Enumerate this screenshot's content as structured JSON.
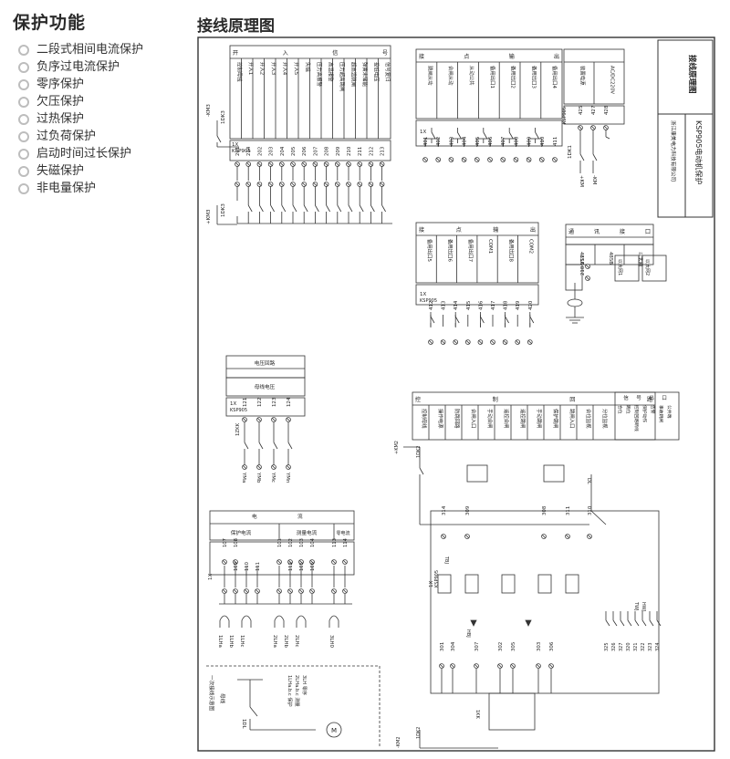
{
  "sidebar": {
    "title": "保护功能",
    "items": [
      "二段式相间电流保护",
      "负序过电流保护",
      "零序保护",
      "欠压保护",
      "过热保护",
      "过负荷保护",
      "启动时间过长保护",
      "失磁保护",
      "非电量保护"
    ]
  },
  "diagram": {
    "title": "接线原理图",
    "title_block": {
      "drawing_name": "接线原理图",
      "company": "浙江康美电力科技有限公司",
      "product": "KSP905电动机保护"
    },
    "input_table": {
      "header": [
        "开",
        "入",
        "信",
        "号"
      ],
      "rows": [
        "控制母线",
        "开入1",
        "开入2",
        "开入3",
        "开入4",
        "开入5",
        "失磁",
        "压力高报警",
        "高温报警",
        "压力超高跳闸",
        "超高温跳闸",
        "弹簧未储能",
        "投低电压",
        "信号复归"
      ]
    },
    "input_terminals": [
      "201",
      "214",
      "202",
      "203",
      "204",
      "205",
      "206",
      "207",
      "208",
      "209",
      "210",
      "211",
      "212",
      "213"
    ],
    "input_labels": {
      "ksp": "KSP905",
      "x": "1X",
      "dk3": "1DK3",
      "km3a": "-KM3",
      "km3b": "+KM3"
    },
    "relay_out_table": {
      "header": [
        "接",
        "点",
        "输",
        "出"
      ],
      "rows": [
        "跳闸从动",
        "合闸从动",
        "从动公共",
        "备用出口1",
        "备用出口2",
        "备用出口3",
        "备用出口4"
      ]
    },
    "relay_out_terminals": [
      "401",
      "402",
      "403",
      "404",
      "405",
      "406",
      "407",
      "408",
      "409",
      "410",
      "411"
    ],
    "power_table": {
      "rows": [
        "装置电源",
        "AC/DC220V"
      ]
    },
    "power_terminals": [
      "425",
      "427",
      "428"
    ],
    "power_labels": {
      "dk1": "1DK1",
      "plus": "+KM",
      "minus": "-KM"
    },
    "relay_out2_table": {
      "header": [
        "接",
        "点",
        "输",
        "出"
      ],
      "rows": [
        "备用出口5",
        "备用出口6",
        "备用出口7",
        "COM1",
        "备用出口8",
        "COM2"
      ]
    },
    "relay_out2_terminals": [
      "412",
      "413",
      "414",
      "415",
      "416",
      "417",
      "418",
      "419",
      "420"
    ],
    "comm_table": {
      "header": [
        "通",
        "讯",
        "接",
        "口"
      ],
      "rows": [
        "485A",
        "485B",
        "以太网"
      ]
    },
    "comm_terminals": [
      "217",
      "218"
    ],
    "comm_labels": {
      "eth1": "以太网1",
      "eth2": "以太网2"
    },
    "voltage_table": {
      "rows": [
        "电压回路",
        "母线电压"
      ]
    },
    "voltage_terminals": [
      "121",
      "122",
      "123",
      "124"
    ],
    "voltage_labels": {
      "zkk": "1ZKK",
      "yma": "YMa",
      "ymb": "YMb",
      "ymc": "YMc",
      "ymn": "YMn"
    },
    "current_table": {
      "headers": [
        "电",
        "流"
      ],
      "groups": [
        "保护电流",
        "测量电流",
        "零电流"
      ]
    },
    "current_terminals_top": [
      "107",
      "108",
      "101",
      "102",
      "103",
      "104",
      "113",
      "114"
    ],
    "current_terminals_bottom": [
      "109",
      "110",
      "111",
      "112",
      "105",
      "106"
    ],
    "current_labels": [
      "1LHa",
      "1LHb",
      "1LHc",
      "2LHa",
      "2LHb",
      "2LHc",
      "3LH0"
    ],
    "primary_labels": {
      "title": "一次接线示意图",
      "bus": "母线",
      "breaker": "1DL",
      "motor": "M",
      "cts": "1LHa.b.c 保护\n2LHa.b.c 测量\n3LH 零序"
    },
    "control_table": {
      "header": [
        "控",
        "制",
        "回",
        "路"
      ],
      "rows": [
        "控制母线",
        "操作电源",
        "防跳回路",
        "合闸入口",
        "手动合闸",
        "遥控合闸",
        "遥控跳闸",
        "手动跳闸",
        "保护跳闸",
        "跳闸入口",
        "合位监视",
        "分位监视"
      ],
      "signal_header": [
        "信",
        "号",
        "出",
        "口"
      ],
      "signal_rows": [
        "合位",
        "跳位",
        "控制回路断线",
        "保护动作",
        "告警",
        "事故跳闸",
        "公共端"
      ]
    },
    "control_terminals_top": [
      "314",
      "309",
      "308",
      "311",
      "310"
    ],
    "control_terminals_bottom": [
      "301",
      "304",
      "307",
      "302",
      "305",
      "303",
      "306"
    ],
    "signal_terminals": [
      "325",
      "326",
      "327",
      "320",
      "321",
      "322",
      "323",
      "324"
    ],
    "control_labels": {
      "kma": "+KM2",
      "kmb": "-KM2",
      "dk2": "1DK2",
      "dl": "DL",
      "tbj": "TBJ",
      "hbj": "HBJ",
      "twj": "TWJ",
      "hwj": "HWJ",
      "kk": "1KK"
    }
  }
}
